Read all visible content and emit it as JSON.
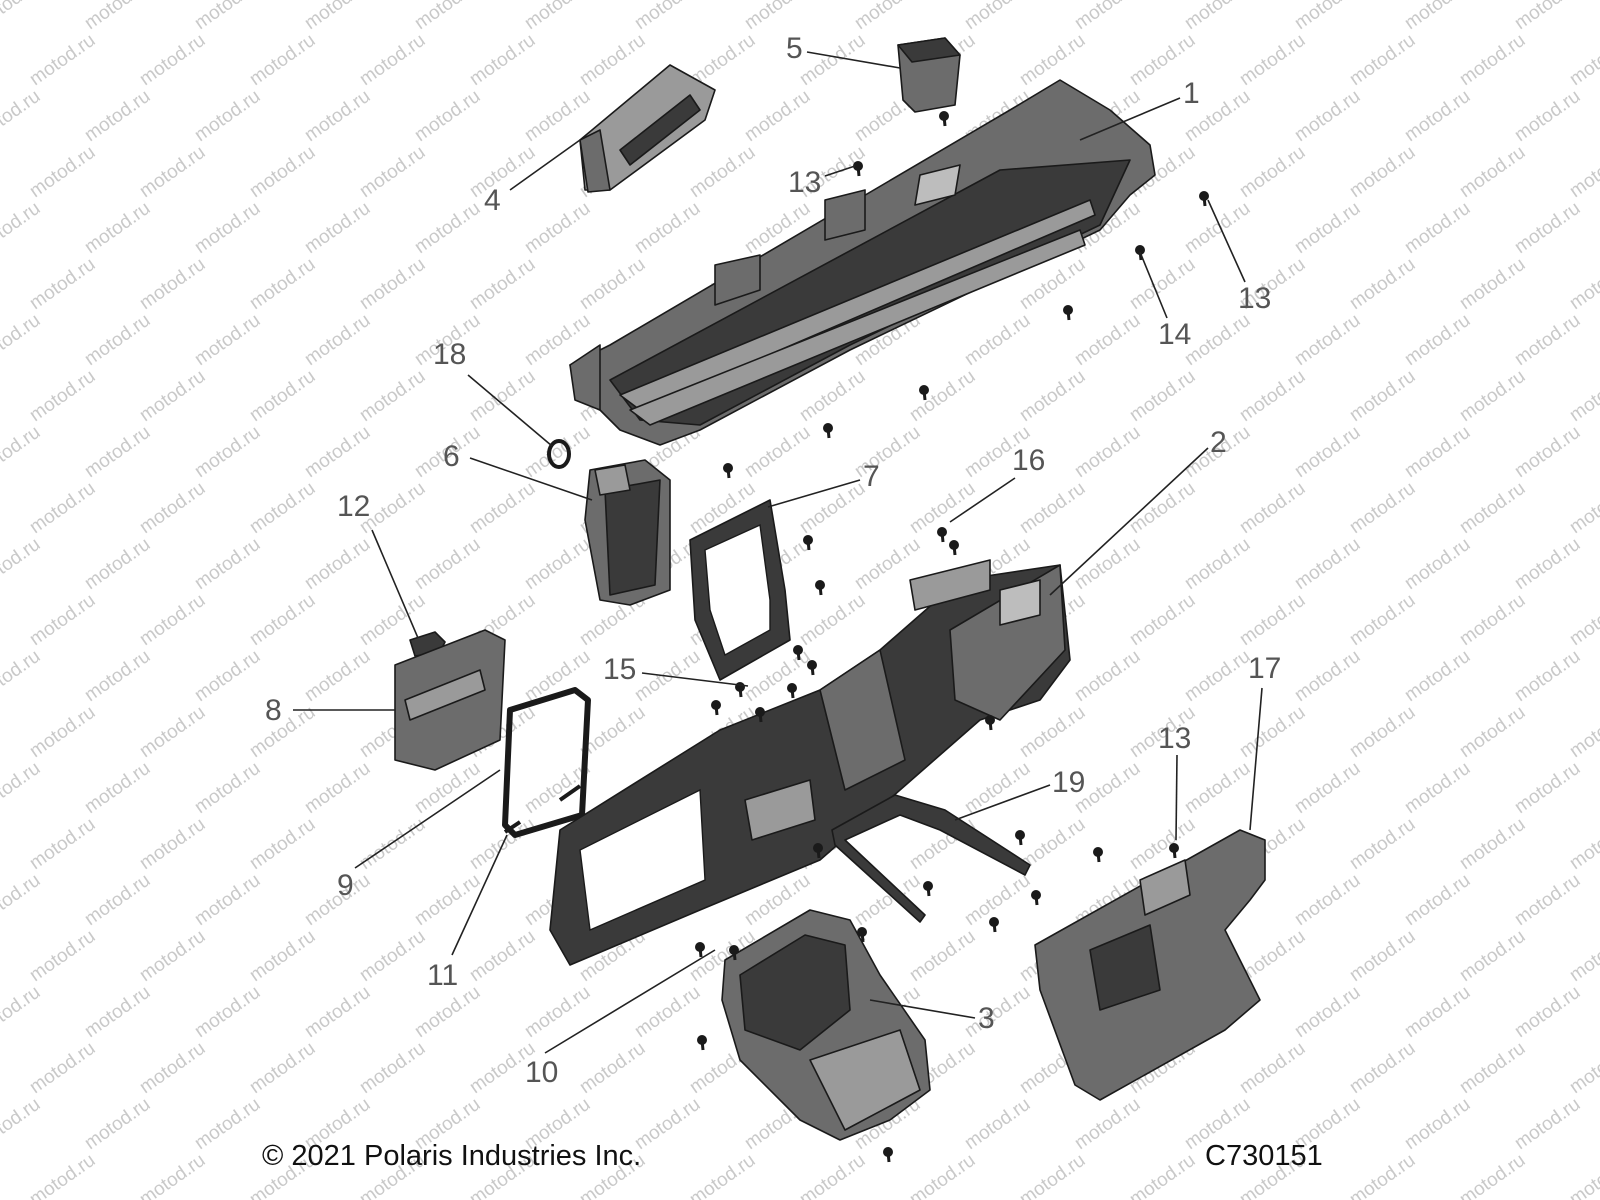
{
  "watermark_text": "motod.ru",
  "callouts": [
    {
      "id": "1",
      "label": "1"
    },
    {
      "id": "2",
      "label": "2"
    },
    {
      "id": "3",
      "label": "3"
    },
    {
      "id": "4",
      "label": "4"
    },
    {
      "id": "5",
      "label": "5"
    },
    {
      "id": "6",
      "label": "6"
    },
    {
      "id": "7",
      "label": "7"
    },
    {
      "id": "8",
      "label": "8"
    },
    {
      "id": "9",
      "label": "9"
    },
    {
      "id": "10",
      "label": "10"
    },
    {
      "id": "11",
      "label": "11"
    },
    {
      "id": "12",
      "label": "12"
    },
    {
      "id": "13a",
      "label": "13"
    },
    {
      "id": "13b",
      "label": "13"
    },
    {
      "id": "13c",
      "label": "13"
    },
    {
      "id": "14",
      "label": "14"
    },
    {
      "id": "15",
      "label": "15"
    },
    {
      "id": "16",
      "label": "16"
    },
    {
      "id": "17",
      "label": "17"
    },
    {
      "id": "18",
      "label": "18"
    },
    {
      "id": "19",
      "label": "19"
    }
  ],
  "footer": {
    "copyright": "© 2021 Polaris Industries Inc.",
    "figure_code": "C730151"
  }
}
